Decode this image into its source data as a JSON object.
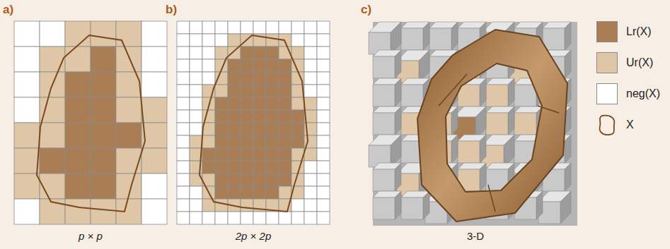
{
  "diagram": {
    "labels": [
      "a)",
      "b)",
      "c)",
      "p × p",
      "2p × 2p",
      "3-D"
    ],
    "legend": [
      {
        "text": "Lr(X)",
        "color": "#a97e55"
      },
      {
        "text": "Ur(X)",
        "color": "#dfc6a6"
      },
      {
        "text": "neg(X)",
        "color": "#ffffff"
      },
      {
        "text": "X"
      }
    ]
  }
}
